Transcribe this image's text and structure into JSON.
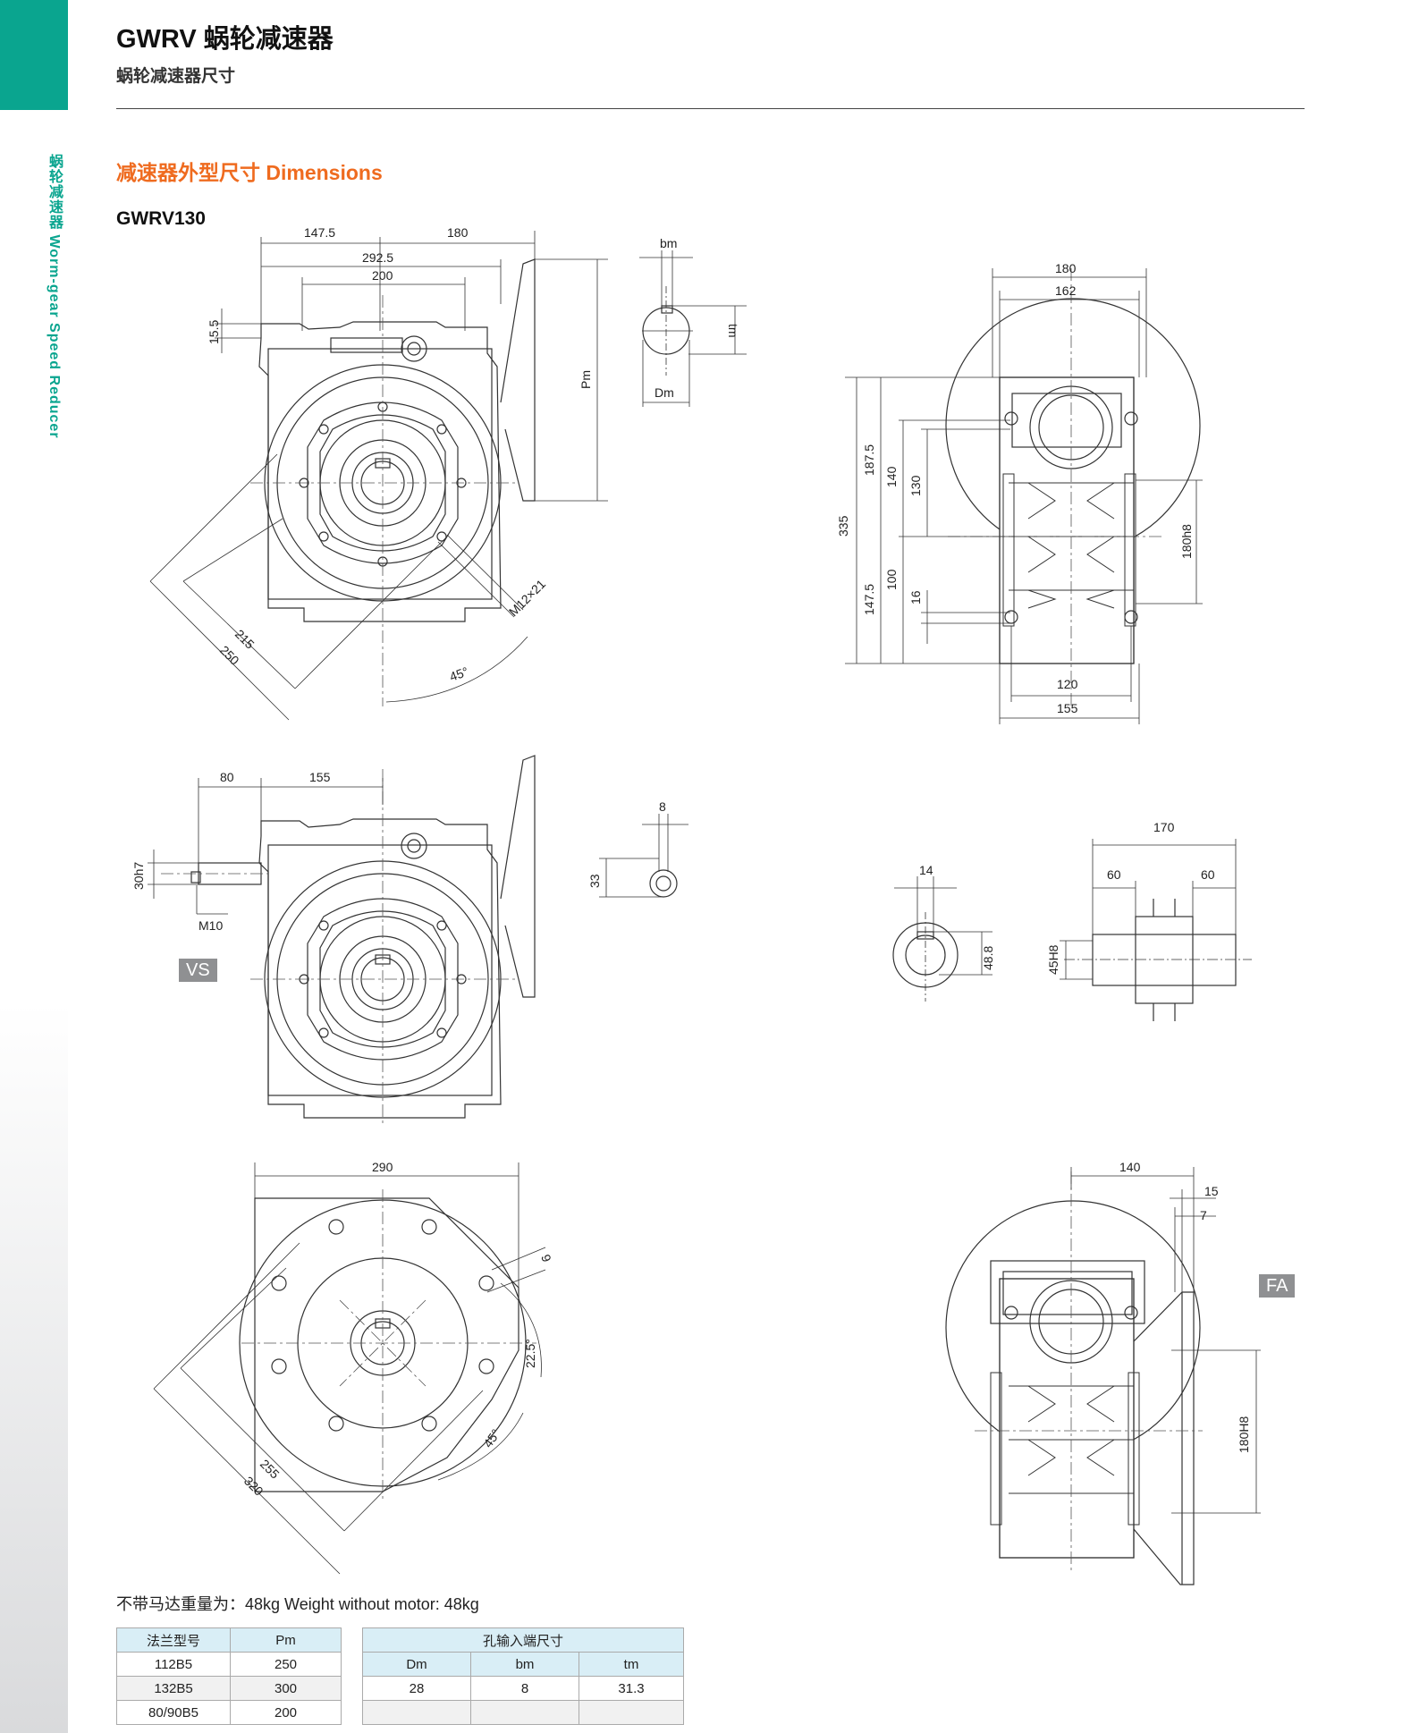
{
  "header": {
    "title": "GWRV 蜗轮减速器",
    "subtitle": "蜗轮减速器尺寸",
    "side_label": "蜗轮减速器 Worm-gear Speed Reducer"
  },
  "section_title": "减速器外型尺寸 Dimensions",
  "model": "GWRV130",
  "dimensions": {
    "top_left": {
      "d1": "147.5",
      "d2": "180",
      "d3": "292.5",
      "d4": "200",
      "d5": "15.5",
      "d6": "Pm",
      "d7": "215",
      "d8": "250",
      "d9": "M12×21",
      "d10": "45°"
    },
    "key_detail_top": {
      "bm": "bm",
      "tm": "tm",
      "Dm": "Dm"
    },
    "right_top": {
      "w180": "180",
      "w162": "162",
      "h335": "335",
      "h187_5": "187.5",
      "h140": "140",
      "h130": "130",
      "h147_5": "147.5",
      "h100": "100",
      "h16": "16",
      "h180h8": "180h8",
      "b120": "120",
      "b155": "155"
    },
    "vs_view": {
      "d80": "80",
      "d155": "155",
      "d30h7": "30h7",
      "m10": "M10",
      "tag": "VS"
    },
    "key_detail_vs": {
      "w8": "8",
      "h33": "33"
    },
    "hollow_detail": {
      "w14": "14",
      "h48_8": "48.8"
    },
    "shaft_detail": {
      "w170": "170",
      "w60a": "60",
      "w60b": "60",
      "d45h8": "45H8"
    },
    "flange_view": {
      "w290": "290",
      "a9": "9",
      "a22_5": "22.5°",
      "d255": "255",
      "d320": "320",
      "a45": "45°"
    },
    "fa_view": {
      "w140": "140",
      "w15": "15",
      "w7": "7",
      "h180h8": "180H8",
      "tag": "FA"
    }
  },
  "weight_note": "不带马达重量为：48kg    Weight without motor: 48kg",
  "flange_table": {
    "headers": [
      "法兰型号",
      "Pm"
    ],
    "rows": [
      [
        "112B5",
        "250"
      ],
      [
        "132B5",
        "300"
      ],
      [
        "80/90B5",
        "200"
      ]
    ]
  },
  "input_table": {
    "title": "孔输入端尺寸",
    "headers": [
      "Dm",
      "bm",
      "tm"
    ],
    "rows": [
      [
        "28",
        "8",
        "31.3"
      ]
    ]
  },
  "colors": {
    "teal": "#0aa58f",
    "orange": "#ef6b1f",
    "tag_gray": "#8f9092",
    "table_header": "#d9eef6"
  }
}
